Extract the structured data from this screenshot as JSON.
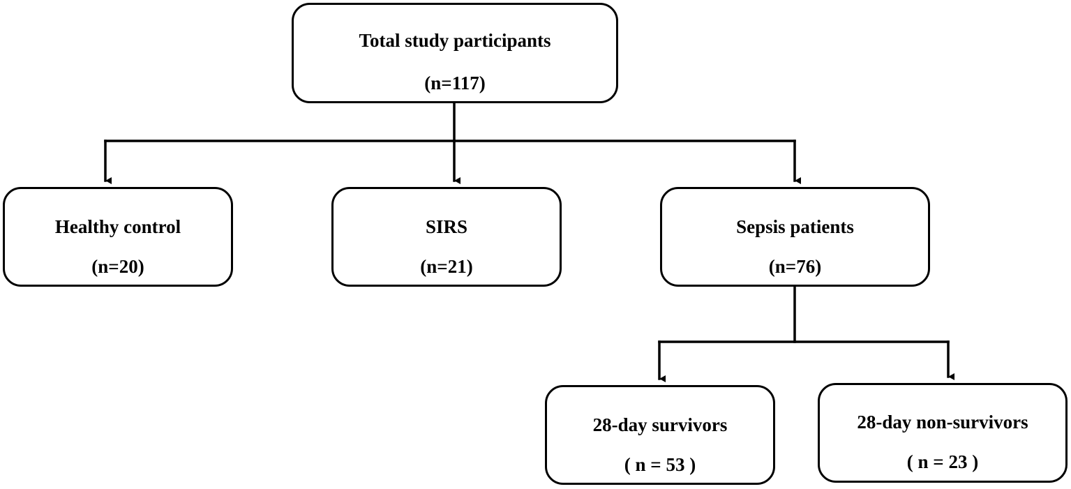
{
  "nodes": {
    "total": {
      "title": "Total study participants",
      "count": "(n=117)"
    },
    "healthy": {
      "title": "Healthy control",
      "count": "(n=20)"
    },
    "sirs": {
      "title": "SIRS",
      "count": "(n=21)"
    },
    "sepsis": {
      "title": "Sepsis patients",
      "count": "(n=76)"
    },
    "survivors": {
      "title": "28-day survivors",
      "count": "( n = 53 )"
    },
    "non_survivors": {
      "title": "28-day non-survivors",
      "count": "( n = 23 )"
    }
  },
  "edges": [
    {
      "from": "total",
      "to": "healthy"
    },
    {
      "from": "total",
      "to": "sirs"
    },
    {
      "from": "total",
      "to": "sepsis"
    },
    {
      "from": "sepsis",
      "to": "survivors"
    },
    {
      "from": "sepsis",
      "to": "non_survivors"
    }
  ],
  "colors": {
    "stroke": "#000000",
    "background": "#ffffff"
  }
}
